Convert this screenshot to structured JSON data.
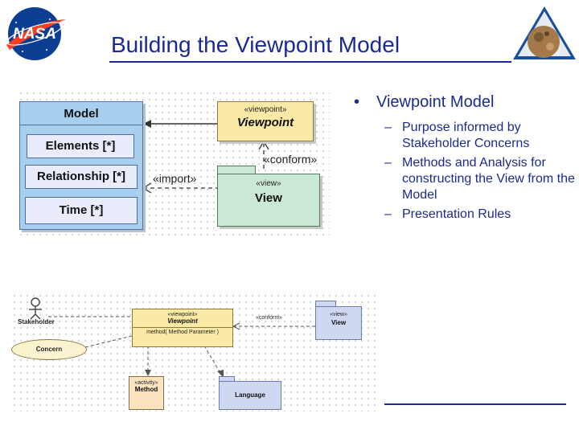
{
  "slide": {
    "title": "Building the Viewpoint Model",
    "logo_text": "NASA"
  },
  "bullets": {
    "main": "Viewpoint Model",
    "subs": [
      "Purpose informed by Stakeholder Concerns",
      "Methods and Analysis for constructing the View from the Model",
      "Presentation Rules"
    ]
  },
  "diagram_top": {
    "model_header": "Model",
    "model_items": [
      "Elements [*]",
      "Relationship [*]",
      "Time [*]"
    ],
    "viewpoint_stereotype": "«viewpoint»",
    "viewpoint_name": "Viewpoint",
    "view_stereotype": "«view»",
    "view_name": "View",
    "conform_label": "«conform»",
    "import_label": "«import»"
  },
  "diagram_bottom": {
    "stakeholder_label": "Stakeholder",
    "concern_label": "Concern",
    "viewpoint_stereotype": "«viewpoint»",
    "viewpoint_name": "Viewpoint",
    "viewpoint_method": "method( Method Parameter )",
    "conform_label": "«conform»",
    "view_stereotype": "«view»",
    "view_name": "View",
    "activity_stereotype": "«activity»",
    "activity_name": "Method",
    "language_label": "Language"
  },
  "colors": {
    "title_blue": "#1b2a8f",
    "model_blue": "#a9cfee",
    "viewpoint_yellow": "#fbe9a6",
    "view_green": "#cbe8d4",
    "nasa_blue": "#0b3d91",
    "nasa_red": "#fc3d21"
  }
}
